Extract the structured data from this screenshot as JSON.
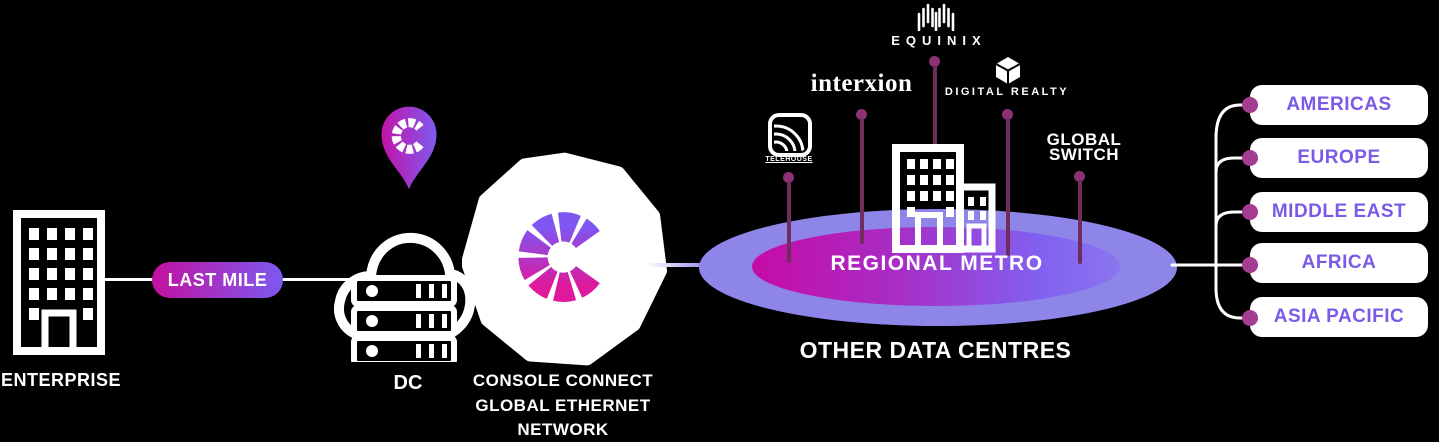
{
  "colors": {
    "background": "#000000",
    "white": "#ffffff",
    "magenta": "#c40da6",
    "violet": "#7d59f0",
    "lavender": "#8d85e8",
    "plum_line": "#6f2d5c",
    "plum_dot": "#8e3076",
    "region_dot": "#a43d92",
    "region_text": "#7a5be8"
  },
  "enterprise": {
    "label": "ENTERPRISE"
  },
  "last_mile": {
    "label": "LAST MILE"
  },
  "dc": {
    "label": "DC"
  },
  "network_core": {
    "line1": "CONSOLE CONNECT",
    "line2": "GLOBAL ETHERNET",
    "line3": "NETWORK"
  },
  "metro": {
    "label": "REGIONAL METRO",
    "caption": "OTHER DATA CENTRES"
  },
  "providers": [
    {
      "name": "telehouse",
      "label": "TELEHOUSE"
    },
    {
      "name": "interxion",
      "label": "interxion"
    },
    {
      "name": "equinix",
      "label": "EQUINIX"
    },
    {
      "name": "digital-realty",
      "label": "DIGITAL REALTY"
    },
    {
      "name": "global-switch",
      "line1": "GLOBAL",
      "line2": "SWITCH"
    }
  ],
  "regions": [
    {
      "label": "AMERICAS"
    },
    {
      "label": "EUROPE"
    },
    {
      "label": "MIDDLE EAST"
    },
    {
      "label": "AFRICA"
    },
    {
      "label": "ASIA PACIFIC"
    }
  ]
}
